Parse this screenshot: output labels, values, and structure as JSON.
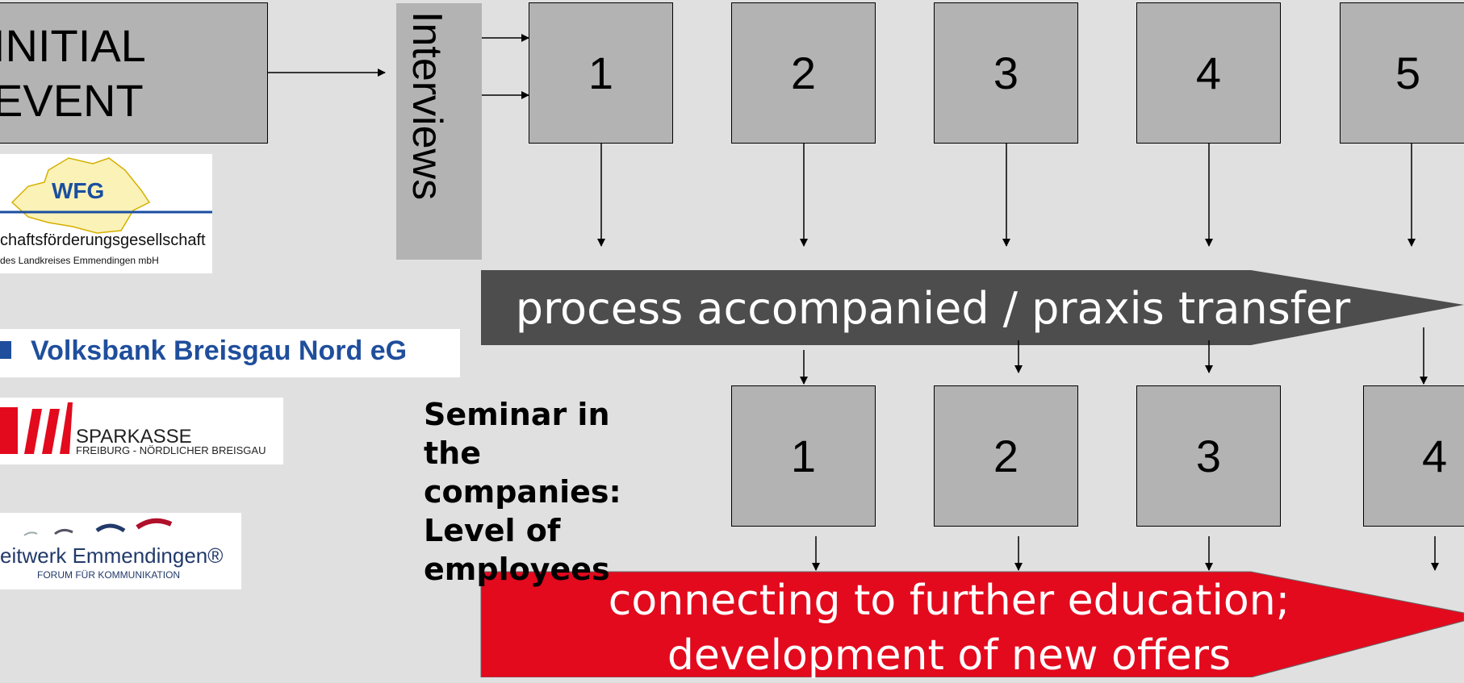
{
  "initial_event": {
    "label": "INITIAL\nEVENT"
  },
  "interviews": {
    "label": "Interviews"
  },
  "top_steps": [
    "1",
    "2",
    "3",
    "4",
    "5"
  ],
  "bottom_steps": [
    "1",
    "2",
    "3",
    "4"
  ],
  "banner_process": {
    "text": "process accompanied / praxis transfer",
    "color": "#4d4d4d"
  },
  "banner_education": {
    "line1": "connecting to further education;",
    "line2": "development of new offers",
    "color": "#e30a1e"
  },
  "seminar": {
    "line1": "Seminar in the",
    "line2": "companies:",
    "line3": "Level of",
    "line4": "employees"
  },
  "logos": {
    "wfg": {
      "abbr": "WFG",
      "line1": "chaftsförderungsgesellschaft",
      "line2": "des Landkreises Emmendingen mbH"
    },
    "volksbank": {
      "text": "Volksbank Breisgau Nord eG",
      "color": "#1f4e9c"
    },
    "sparkasse": {
      "line1": "SPARKASSE",
      "line2": "FREIBURG - NÖRDLICHER BREISGAU",
      "color": "#e30a1e"
    },
    "zeitwerk": {
      "line1": "eitwerk Emmendingen®",
      "line2": "FORUM FÜR KOMMUNIKATION"
    }
  }
}
